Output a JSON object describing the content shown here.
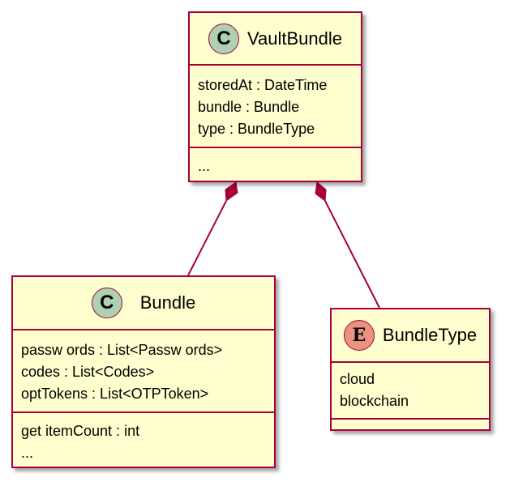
{
  "classes": {
    "vault_bundle": {
      "stereotype": "C",
      "name": "VaultBundle",
      "fields": [
        "storedAt : DateTime",
        "bundle : Bundle",
        "type : BundleType"
      ],
      "methods": [
        "..."
      ]
    },
    "bundle": {
      "stereotype": "C",
      "name": "Bundle",
      "fields": [
        "passw ords : List<Passw ords>",
        "codes : List<Codes>",
        "optTokens : List<OTPToken>"
      ],
      "methods": [
        "get itemCount : int",
        "..."
      ]
    },
    "bundle_type": {
      "stereotype": "E",
      "name": "BundleType",
      "values": [
        "cloud",
        "blockchain"
      ]
    }
  },
  "relations": [
    {
      "from": "VaultBundle",
      "to": "Bundle",
      "type": "composition"
    },
    {
      "from": "VaultBundle",
      "to": "BundleType",
      "type": "composition"
    }
  ],
  "colors": {
    "box_fill": "#FEFECE",
    "border": "#A80036",
    "class_circle": "#ADD1B2",
    "enum_circle": "#EB937F"
  }
}
